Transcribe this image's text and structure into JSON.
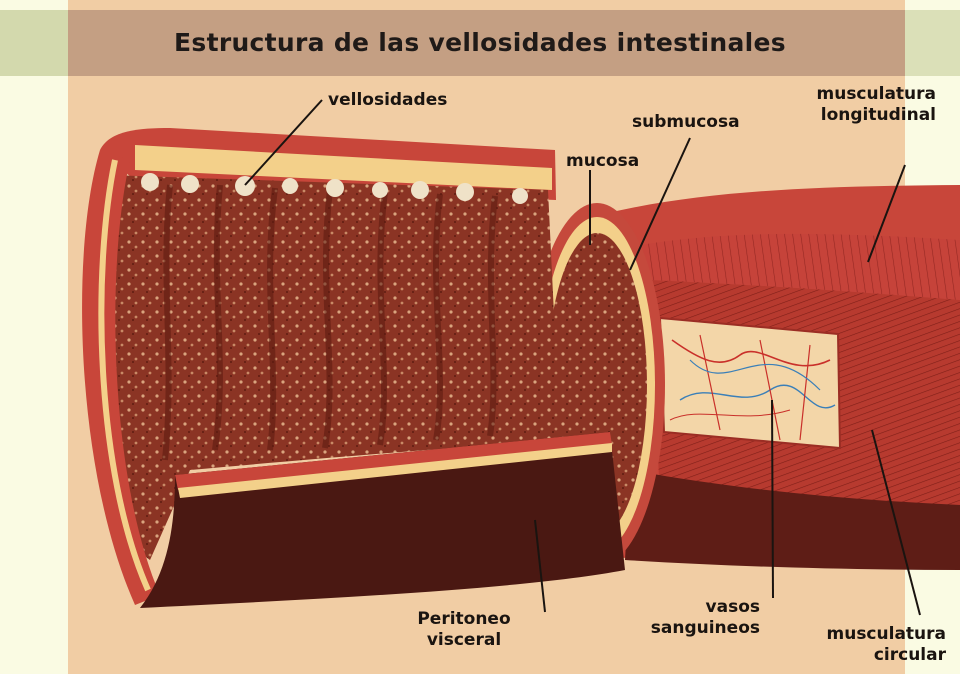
{
  "title": "Estructura de las vellosidades intestinales",
  "labels": {
    "vellosidades": "vellosidades",
    "submucosa": "submucosa",
    "mucosa": "mucosa",
    "musculatura_longitudinal_1": "musculatura",
    "musculatura_longitudinal_2": "longitudinal",
    "peritoneo_1": "Peritoneo",
    "peritoneo_2": "visceral",
    "vasos_1": "vasos",
    "vasos_2": "sanguineos",
    "musculatura_circular_1": "musculatura",
    "musculatura_circular_2": "circular"
  },
  "colors": {
    "background": "#f1cda4",
    "title_bar": "#c49f83",
    "muscle_red": "#c8463a",
    "mucosa_dark": "#7a2a1e",
    "peritoneum": "#4a1812"
  }
}
